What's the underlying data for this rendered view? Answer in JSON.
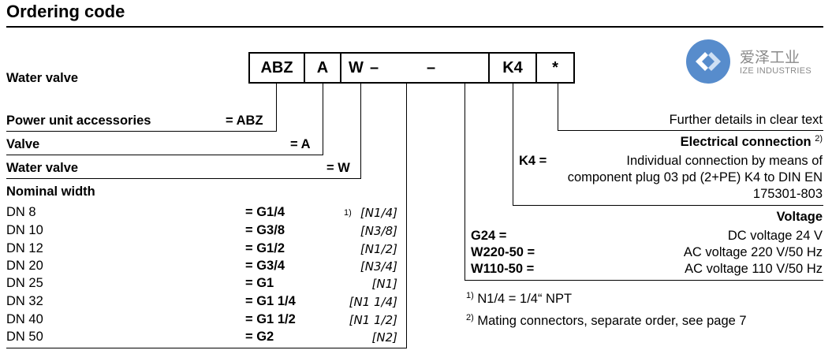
{
  "title": "Ordering code",
  "code_boxes": [
    "ABZ",
    "A",
    "W",
    "K4",
    "*"
  ],
  "dash": "–",
  "left_label": "Water valve",
  "left_rows": [
    {
      "label": "Power unit accessories",
      "code": "= ABZ"
    },
    {
      "label": "Valve",
      "code": "= A"
    },
    {
      "label": "Water valve",
      "code": "= W"
    }
  ],
  "nominal_width": {
    "heading": "Nominal width",
    "rows": [
      {
        "dn": "DN 8",
        "code": "= G1/4",
        "note_sup": "1)",
        "note": "[N1/4]"
      },
      {
        "dn": "DN 10",
        "code": "= G3/8",
        "note": "[N3/8]"
      },
      {
        "dn": "DN 12",
        "code": "= G1/2",
        "note": "[N1/2]"
      },
      {
        "dn": "DN 20",
        "code": "= G3/4",
        "note": "[N3/4]"
      },
      {
        "dn": "DN 25",
        "code": "= G1",
        "note": "[N1]"
      },
      {
        "dn": "DN 32",
        "code": "= G1 1/4",
        "note": "[N1 1/4]"
      },
      {
        "dn": "DN 40",
        "code": "= G1 1/2",
        "note": "[N1 1/2]"
      },
      {
        "dn": "DN 50",
        "code": "= G2",
        "note": "[N2]"
      }
    ]
  },
  "further_details": "Further details in clear text",
  "electrical": {
    "heading": "Electrical connection",
    "heading_sup": "2)",
    "code": "K4 =",
    "line1": "Individual connection by means of",
    "line2": "component plug  03 pd (2+PE) K4 to DIN EN",
    "line3": "175301-803"
  },
  "voltage": {
    "heading": "Voltage",
    "rows": [
      {
        "code": "G24 =",
        "desc": "DC voltage 24 V"
      },
      {
        "code": "W220-50 =",
        "desc": "AC voltage 220 V/50 Hz"
      },
      {
        "code": "W110-50 =",
        "desc": "AC voltage 110 V/50 Hz"
      }
    ]
  },
  "footnotes": [
    {
      "sup": "1)",
      "text": "N1/4 = 1/4“ NPT"
    },
    {
      "sup": "2)",
      "text": "Mating connectors, separate order, see page 7"
    }
  ],
  "logo": {
    "cn": "爱泽工业",
    "en": "IZE INDUSTRIES"
  },
  "colors": {
    "logo_blue": "#3a78c3",
    "logo_gray": "#8a8a8a"
  }
}
